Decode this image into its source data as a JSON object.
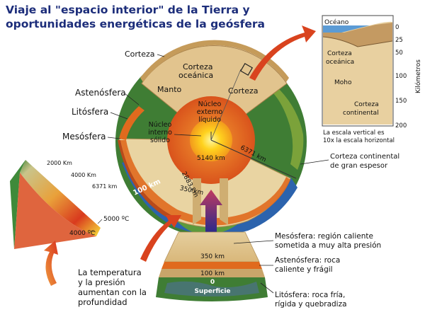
{
  "title": {
    "line1": "Viaje al \"espacio interior\" de la Tierra y",
    "line2": "oportunidades energéticas de la geósfera"
  },
  "globe_labels": {
    "corteza_left": "Corteza",
    "corteza_oceanica_1": "Corteza",
    "corteza_oceanica_2": "oceánica",
    "manto": "Manto",
    "corteza_right": "Corteza",
    "astenosfera": "Astenósfera",
    "litosfera": "Litósfera",
    "mesosfera": "Mesósfera",
    "nucleo_ext_1": "Núcleo",
    "nucleo_ext_2": "externo",
    "nucleo_ext_3": "líquido",
    "nucleo_int_1": "Núcleo",
    "nucleo_int_2": "interno",
    "nucleo_int_3": "sólido",
    "d_5140": "5140 km",
    "d_2883": "2883 km",
    "d_350": "350 km",
    "d_100": "100 km",
    "d_6371": "6371 km"
  },
  "inset": {
    "oceano": "Océano",
    "corteza_oceanica_1": "Corteza",
    "corteza_oceanica_2": "oceánica",
    "moho": "Moho",
    "corteza_continental_1": "Corteza",
    "corteza_continental_2": "continental",
    "axis_label": "Kilómetros",
    "ticks": [
      "0",
      "25",
      "50",
      "100",
      "150",
      "200"
    ],
    "note_1": "La escala vertical es",
    "note_2": "10x la escala horizontal"
  },
  "continental_note": {
    "line1": "Corteza continental",
    "line2": "de gran espesor"
  },
  "wedge": {
    "d_2000": "2000 Km",
    "d_4000": "4000 Km",
    "d_6371": "6371 km",
    "t_5000": "5000 ºC",
    "t_4000": "4000 ºC"
  },
  "temp_note": {
    "line1": "La temperatura",
    "line2": "y la presión",
    "line3": "aumentan con la",
    "line4": "profundidad"
  },
  "section": {
    "d_350": "350 km",
    "d_100": "100 km",
    "d_0": "0",
    "superficie": "Superficie"
  },
  "legend": {
    "meso_1": "Mesósfera: región caliente",
    "meso_2": "sometida a muy alta presión",
    "asteno_1": "Astenósfera: roca",
    "asteno_2": "caliente y frágil",
    "lito_1": "Litósfera: roca fría,",
    "lito_2": "rígida y quebradiza"
  },
  "colors": {
    "title": "#1c2d7a",
    "mantle": "#e2c48e",
    "outer_core": "#e8732a",
    "inner_core": "#ffd21e",
    "asthenosphere": "#e06a1e",
    "ocean": "#2f6fb3",
    "arrow": "#d9431e"
  }
}
